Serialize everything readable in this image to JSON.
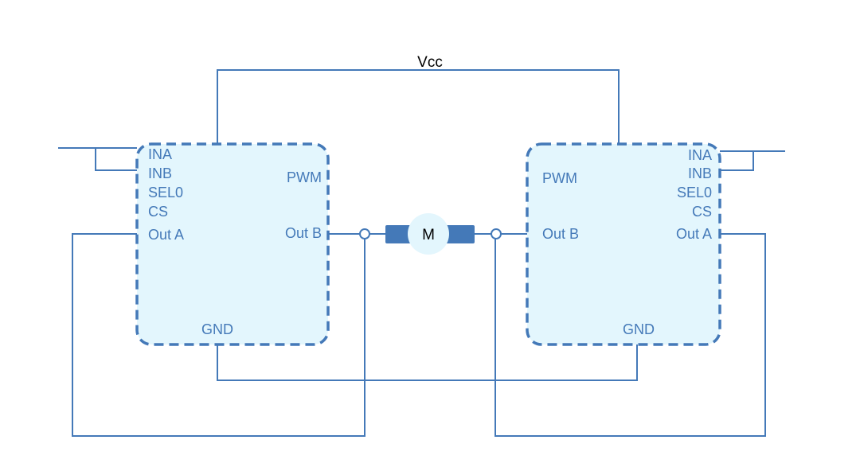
{
  "colors": {
    "wire": "#4479b8",
    "box_fill": "#e3f6fd",
    "motor_body": "#4479b8",
    "motor_circle": "#e3f6fd"
  },
  "vcc_label": "Vcc",
  "motor_label": "M",
  "left_driver": {
    "pins_left": [
      "INA",
      "INB",
      "SEL0",
      "CS",
      "Out A"
    ],
    "pwm": "PWM",
    "out_b": "Out B",
    "gnd": "GND"
  },
  "right_driver": {
    "pins_right": [
      "INA",
      "INB",
      "SEL0",
      "CS",
      "Out A"
    ],
    "pwm": "PWM",
    "out_b": "Out B",
    "gnd": "GND"
  }
}
